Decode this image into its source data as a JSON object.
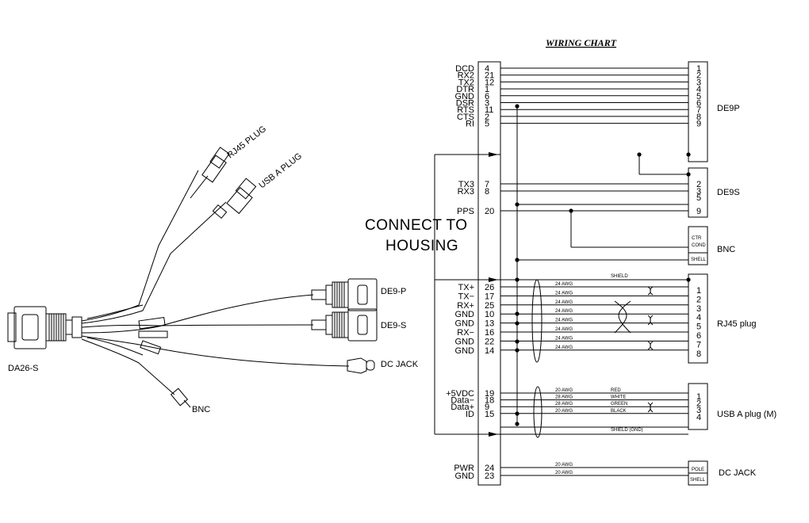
{
  "title": "WIRING CHART",
  "connect_housing": [
    "CONNECT TO",
    "HOUSING"
  ],
  "cable_labels": {
    "rj45": "RJ45 PLUG",
    "usb": "USB A PLUG",
    "de9p": "DE9-P",
    "de9s": "DE9-S",
    "dcjack": "DC JACK",
    "bnc": "BNC",
    "da26": "DA26-S"
  },
  "groups": {
    "de9p": {
      "name": "DE9P",
      "rows": [
        {
          "signal": "DCD",
          "pin": "4",
          "dest": "1"
        },
        {
          "signal": "RX2",
          "pin": "21",
          "dest": "2"
        },
        {
          "signal": "TX2",
          "pin": "12",
          "dest": "3"
        },
        {
          "signal": "DTR",
          "pin": "1",
          "dest": "4"
        },
        {
          "signal": "GND",
          "pin": "6",
          "dest": "5"
        },
        {
          "signal": "DSR",
          "pin": "3",
          "dest": "6"
        },
        {
          "signal": "RTS",
          "pin": "11",
          "dest": "7"
        },
        {
          "signal": "CTS",
          "pin": "2",
          "dest": "8"
        },
        {
          "signal": "RI",
          "pin": "5",
          "dest": "9"
        }
      ]
    },
    "de9s": {
      "name": "DE9S",
      "dests": [
        "2",
        "3",
        "5",
        "9"
      ],
      "rows": [
        {
          "signal": "TX3",
          "pin": "7"
        },
        {
          "signal": "RX3",
          "pin": "8"
        },
        {
          "signal": "PPS",
          "pin": "20"
        }
      ]
    },
    "bnc": {
      "name": "BNC",
      "box": [
        "CTR",
        "COND",
        "SHELL"
      ]
    },
    "rj45": {
      "name": "RJ45 plug",
      "shield": "SHIELD",
      "rows": [
        {
          "signal": "TX+",
          "pin": "26",
          "dest": "1",
          "awg": "24 AWG"
        },
        {
          "signal": "TX−",
          "pin": "17",
          "dest": "2",
          "awg": "24 AWG"
        },
        {
          "signal": "RX+",
          "pin": "25",
          "dest": "3",
          "awg": "24 AWG"
        },
        {
          "signal": "GND",
          "pin": "10",
          "dest": "4",
          "awg": "24 AWG"
        },
        {
          "signal": "GND",
          "pin": "13",
          "dest": "5",
          "awg": "24 AWG"
        },
        {
          "signal": "RX−",
          "pin": "16",
          "dest": "6",
          "awg": "24 AWG"
        },
        {
          "signal": "GND",
          "pin": "22",
          "dest": "7",
          "awg": "24 AWG"
        },
        {
          "signal": "GND",
          "pin": "14",
          "dest": "8",
          "awg": "24 AWG"
        }
      ]
    },
    "usb": {
      "name": "USB A plug (M)",
      "shield": "SHIELD (GND)",
      "rows": [
        {
          "signal": "+5VDC",
          "pin": "19",
          "dest": "1",
          "awg": "20 AWG",
          "color": "RED"
        },
        {
          "signal": "Data−",
          "pin": "18",
          "dest": "2",
          "awg": "28 AWG",
          "color": "WHITE"
        },
        {
          "signal": "Data+",
          "pin": "9",
          "dest": "3",
          "awg": "28 AWG",
          "color": "GREEN"
        },
        {
          "signal": "ID",
          "pin": "15",
          "dest": "4",
          "awg": "20 AWG",
          "color": "BLACK"
        }
      ]
    },
    "dcjack": {
      "name": "DC JACK",
      "box": [
        "POLE",
        "SHELL"
      ],
      "rows": [
        {
          "signal": "PWR",
          "pin": "24",
          "awg": "20 AWG"
        },
        {
          "signal": "GND",
          "pin": "23",
          "awg": "20 AWG"
        }
      ]
    }
  }
}
